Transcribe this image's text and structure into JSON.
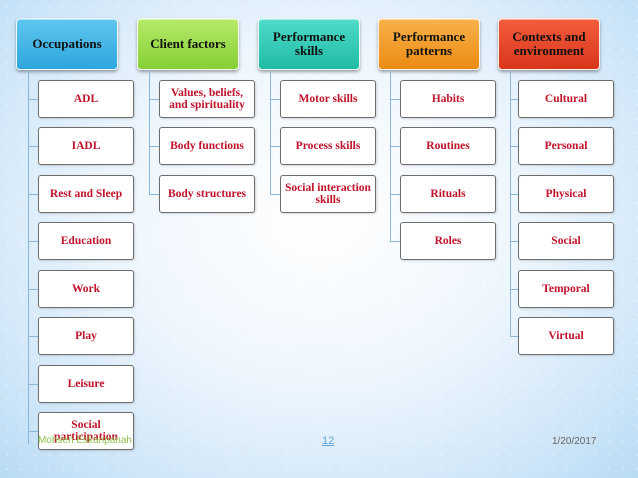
{
  "columns": [
    {
      "header": "Occupations",
      "color": "#2ea6dd",
      "items": [
        "ADL",
        "IADL",
        "Rest and Sleep",
        "Education",
        "Work",
        "Play",
        "Leisure",
        "Social participation"
      ]
    },
    {
      "header": "Client factors",
      "color": "#86cf35",
      "items": [
        "Values, beliefs, and spirituality",
        "Body functions",
        "Body structures"
      ]
    },
    {
      "header": "Performance skills",
      "color": "#20bba6",
      "items": [
        "Motor skills",
        "Process skills",
        "Social interaction skills"
      ]
    },
    {
      "header": "Performance patterns",
      "color": "#ec8b13",
      "items": [
        "Habits",
        "Routines",
        "Rituals",
        "Roles"
      ]
    },
    {
      "header": "Contexts and environment",
      "color": "#d8361b",
      "items": [
        "Cultural",
        "Personal",
        "Physical",
        "Social",
        "Temporal",
        "Virtual"
      ]
    }
  ],
  "footer": {
    "author": "Mohsen Eskanpanah",
    "page": "12",
    "date": "1/20/2017"
  },
  "colors": {
    "item_text": "#c0122a",
    "connector": "#8ab6da",
    "footer_author": "#8bc34a"
  }
}
